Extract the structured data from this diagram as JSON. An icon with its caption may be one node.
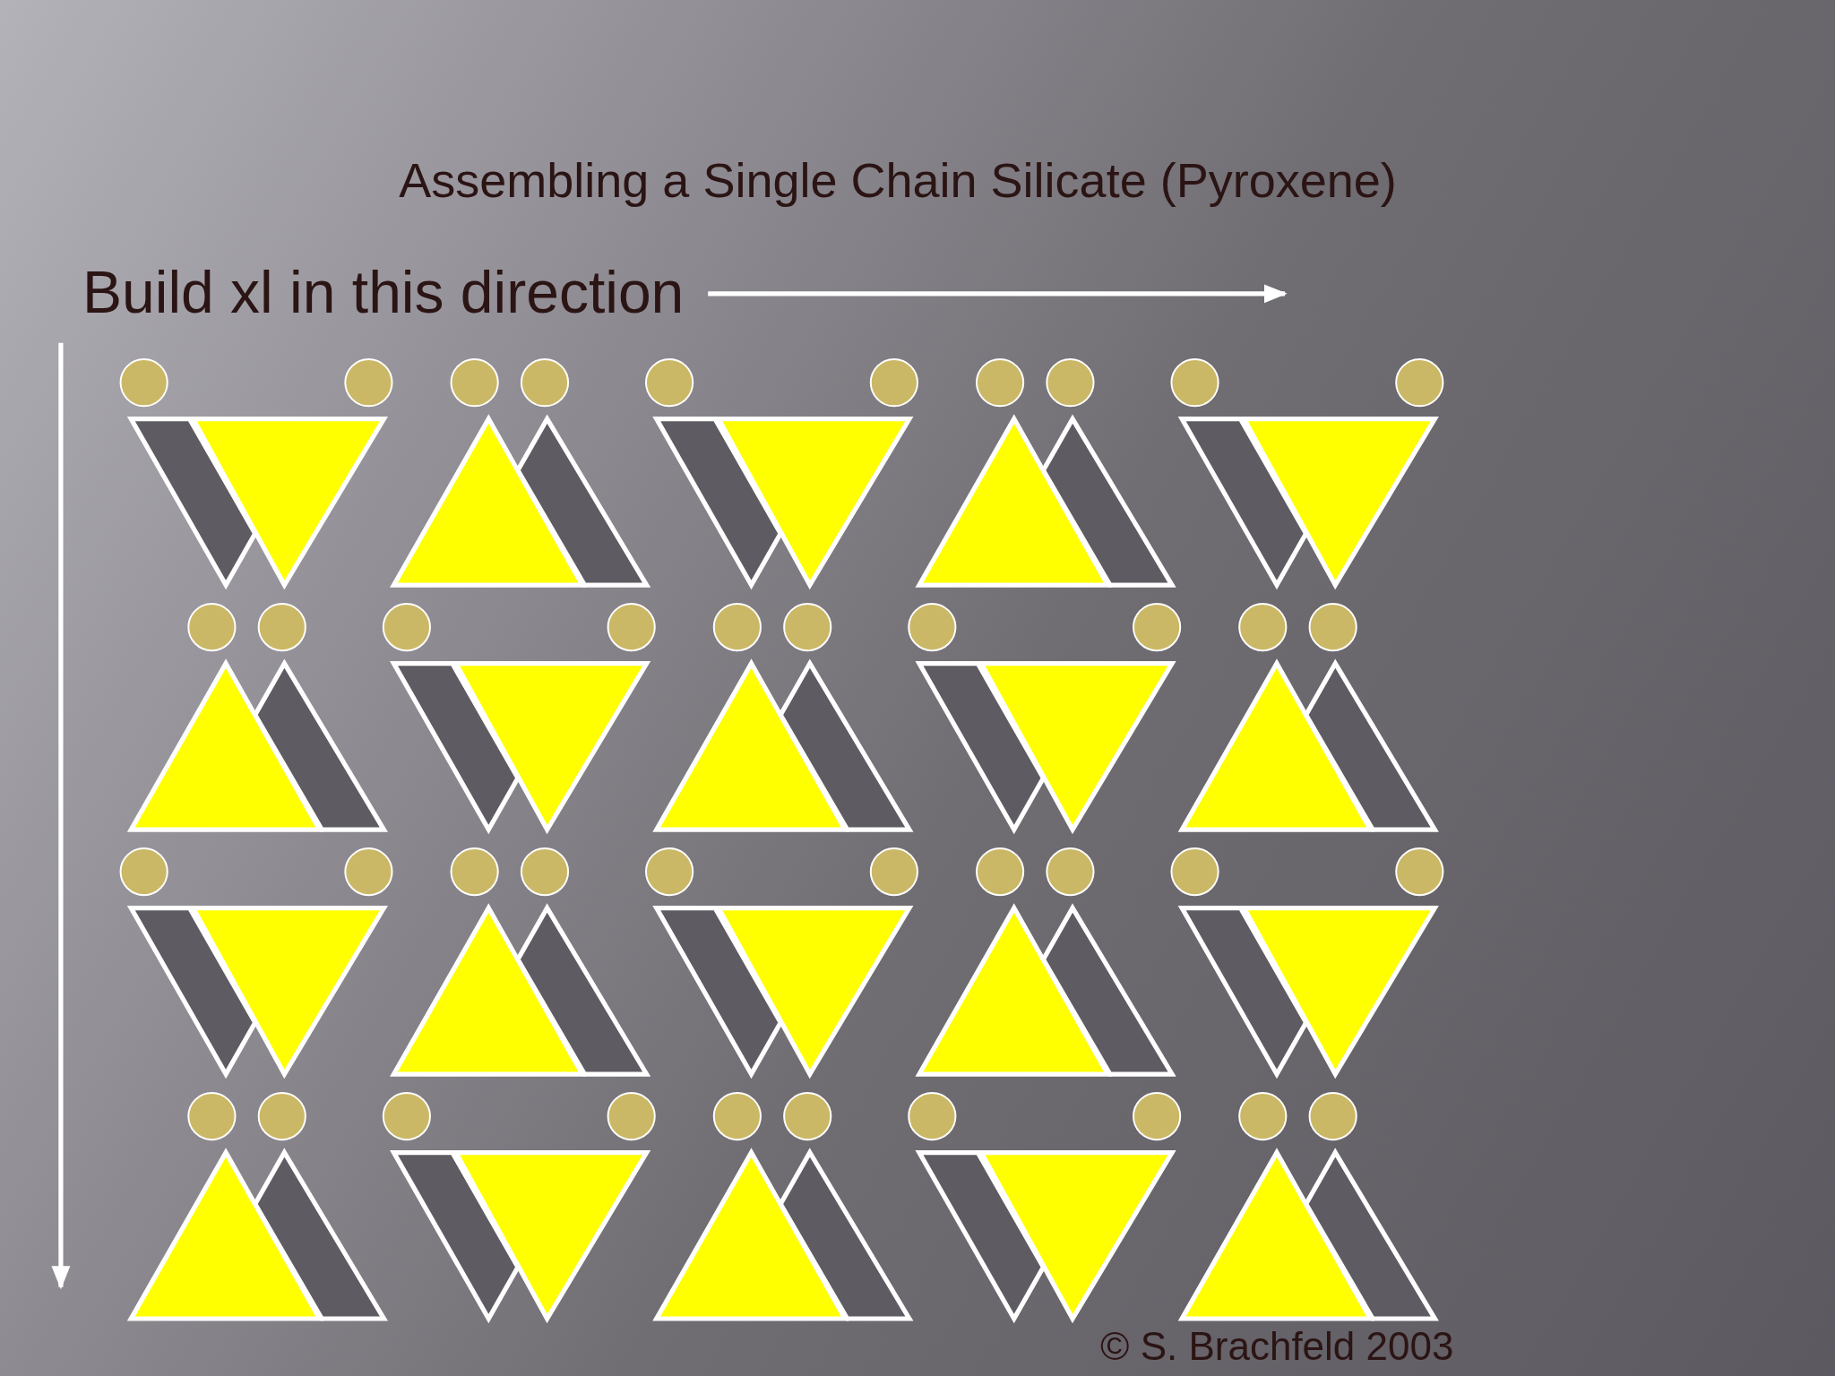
{
  "diagram": {
    "title": "Assembling a Single Chain Silicate (Pyroxene)",
    "labels": [
      "Build xl in this direction",
      "© S. Brachfeld 2003"
    ]
  }
}
